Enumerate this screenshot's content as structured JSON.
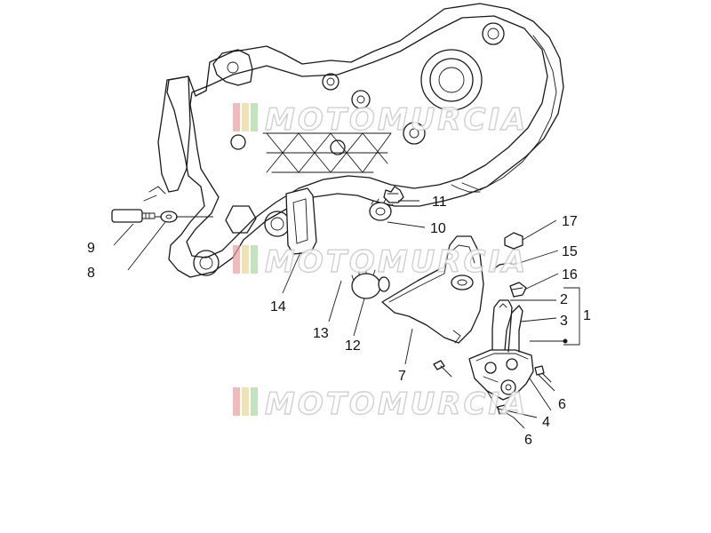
{
  "watermark": {
    "text": "MOTOMURCIA",
    "stripe_colors": [
      "#e8a0a0",
      "#e8d890",
      "#a8d8a0"
    ]
  },
  "callouts": [
    {
      "id": "1",
      "label": "1"
    },
    {
      "id": "2",
      "label": "2"
    },
    {
      "id": "3",
      "label": "3"
    },
    {
      "id": "4",
      "label": "4"
    },
    {
      "id": "6a",
      "label": "6"
    },
    {
      "id": "6b",
      "label": "6"
    },
    {
      "id": "7",
      "label": "7"
    },
    {
      "id": "8",
      "label": "8"
    },
    {
      "id": "9",
      "label": "9"
    },
    {
      "id": "10",
      "label": "10"
    },
    {
      "id": "11",
      "label": "11"
    },
    {
      "id": "12",
      "label": "12"
    },
    {
      "id": "13",
      "label": "13"
    },
    {
      "id": "14",
      "label": "14"
    },
    {
      "id": "15",
      "label": "15"
    },
    {
      "id": "16",
      "label": "16"
    },
    {
      "id": "17",
      "label": "17"
    }
  ]
}
